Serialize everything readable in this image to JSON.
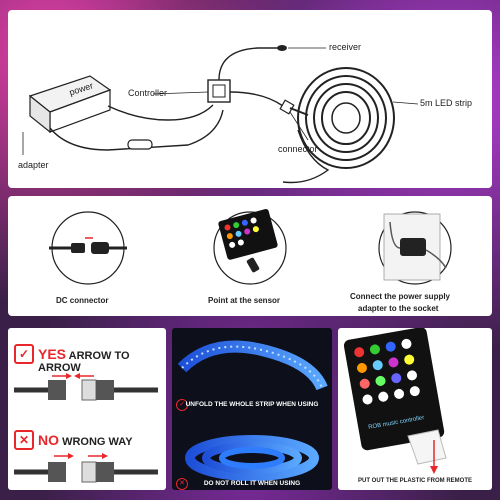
{
  "diagram": {
    "receiver": "receiver",
    "controller": "Controller",
    "power": "power",
    "adapter": "adapter",
    "connector": "connector",
    "led_strip": "5m LED strip"
  },
  "steps": {
    "dc": "DC connector",
    "sensor": "Point at the sensor",
    "socket_line1": "Connect the power supply",
    "socket_line2": "adapter to the socket"
  },
  "wiring": {
    "yes": "YES",
    "yes_text": "ARROW TO ARROW",
    "no": "NO",
    "no_text": "WRONG WAY"
  },
  "strip": {
    "unfold": "UNFOLD THE WHOLE STRIP WHEN USING",
    "donot": "DO NOT ROLL IT WHEN USING"
  },
  "remote": {
    "brand": "ROB music controller",
    "caption": "PUT OUT THE PLASTIC FROM REMOTE"
  },
  "colors": {
    "accent": "#e8262b",
    "led_blue": "#2f7dff"
  },
  "icons": [
    "check-icon",
    "x-icon",
    "arrow-right-icon",
    "arrow-left-icon",
    "warning-circle-icon",
    "down-arrow-icon"
  ]
}
